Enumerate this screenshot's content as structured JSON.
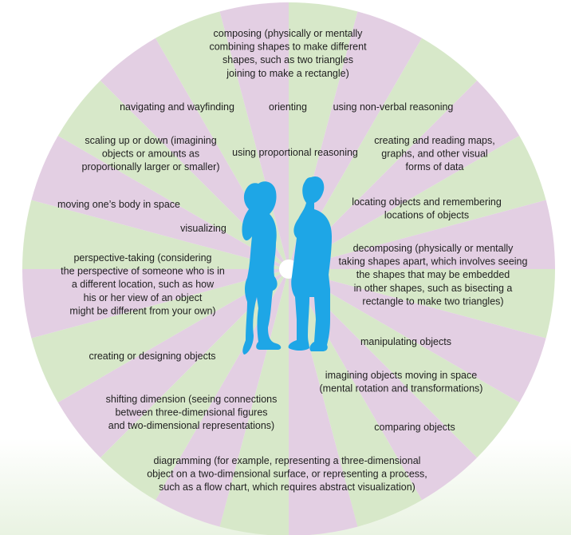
{
  "wheel": {
    "wedge_colors": [
      "#d7e8c9",
      "#e3cfe3"
    ],
    "center_color": "#ffffff"
  },
  "figures": {
    "color": "#1ea6e6",
    "left": "woman-silhouette",
    "right": "man-silhouette"
  },
  "labels": {
    "composing": "composing (physically or mentally\ncombining shapes to make different\nshapes, such as two triangles\njoining to make a rectangle)",
    "navigating": "navigating and wayfinding",
    "orienting": "orienting",
    "non_verbal": "using non-verbal reasoning",
    "scaling": "scaling up or down (imagining\nobjects or amounts as\nproportionally larger or smaller)",
    "proportional": "using proportional reasoning",
    "maps": "creating and reading maps,\ngraphs, and other visual\nforms of data",
    "moving_body": "moving one’s body in space",
    "locating": "locating objects and remembering\nlocations of objects",
    "visualizing": "visualizing",
    "decomposing": "decomposing (physically or mentally\ntaking shapes apart, which involves seeing\nthe shapes that may be embedded\nin other shapes, such as bisecting a\nrectangle to make two triangles)",
    "perspective": "perspective-taking (considering\nthe perspective of someone who is in\na different location, such as how\nhis or her view of an object\nmight be different from your own)",
    "manipulating": "manipulating objects",
    "creating": "creating or designing objects",
    "imagining": "imagining objects moving in space\n(mental rotation and transformations)",
    "shifting": "shifting dimension (seeing connections\nbetween three-dimensional figures\nand two-dimensional representations)",
    "comparing": "comparing objects",
    "diagramming": "diagramming (for example, representing a three-dimensional\nobject on a two-dimensional surface, or representing a process,\nsuch as a flow chart, which requires abstract visualization)"
  }
}
